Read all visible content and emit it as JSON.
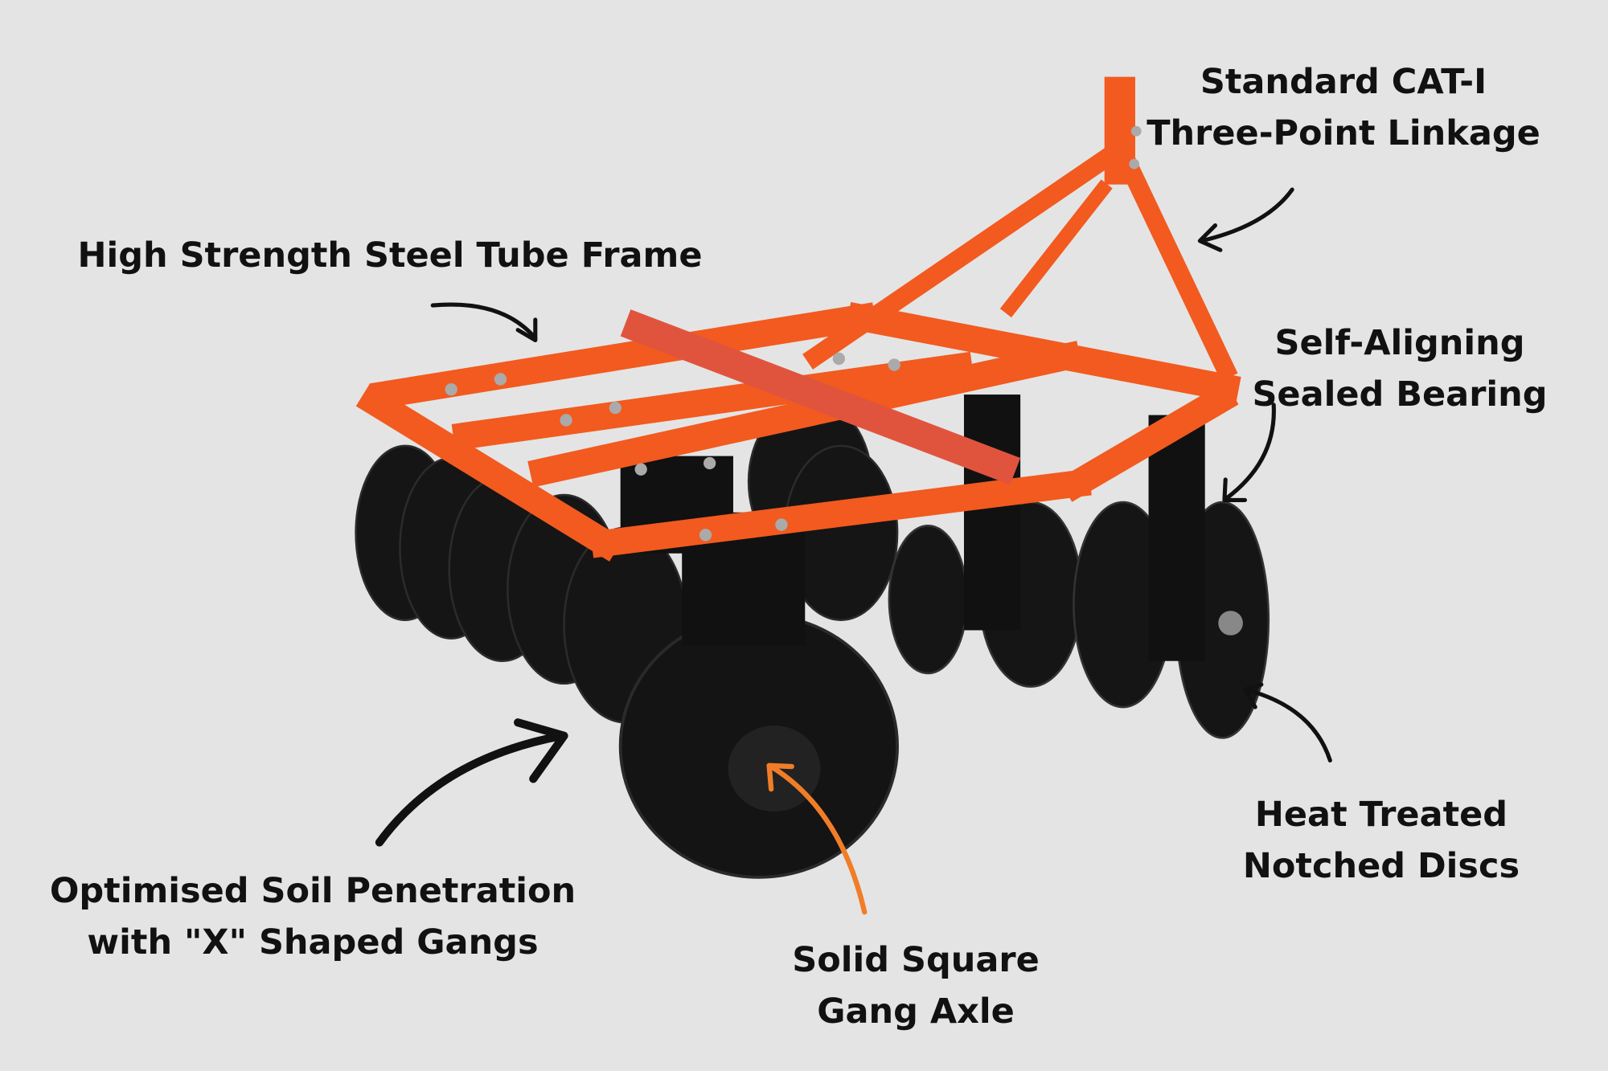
{
  "colors": {
    "background": "#e4e4e4",
    "frame": "#f25a1f",
    "disc": "#111111",
    "arrow": "#111111",
    "axle_arrow": "#f07d28"
  },
  "annotations": {
    "linkage": {
      "line1": "Standard CAT-I",
      "line2": "Three-Point Linkage"
    },
    "frame": {
      "line1": "High Strength Steel Tube Frame"
    },
    "bearing": {
      "line1": "Self-Aligning",
      "line2": "Sealed Bearing"
    },
    "discs": {
      "line1": "Heat Treated",
      "line2": "Notched Discs"
    },
    "gangs": {
      "line1": "Optimised Soil Penetration",
      "line2": "with \"X\" Shaped Gangs"
    },
    "axle": {
      "line1": "Solid Square",
      "line2": "Gang Axle"
    }
  }
}
